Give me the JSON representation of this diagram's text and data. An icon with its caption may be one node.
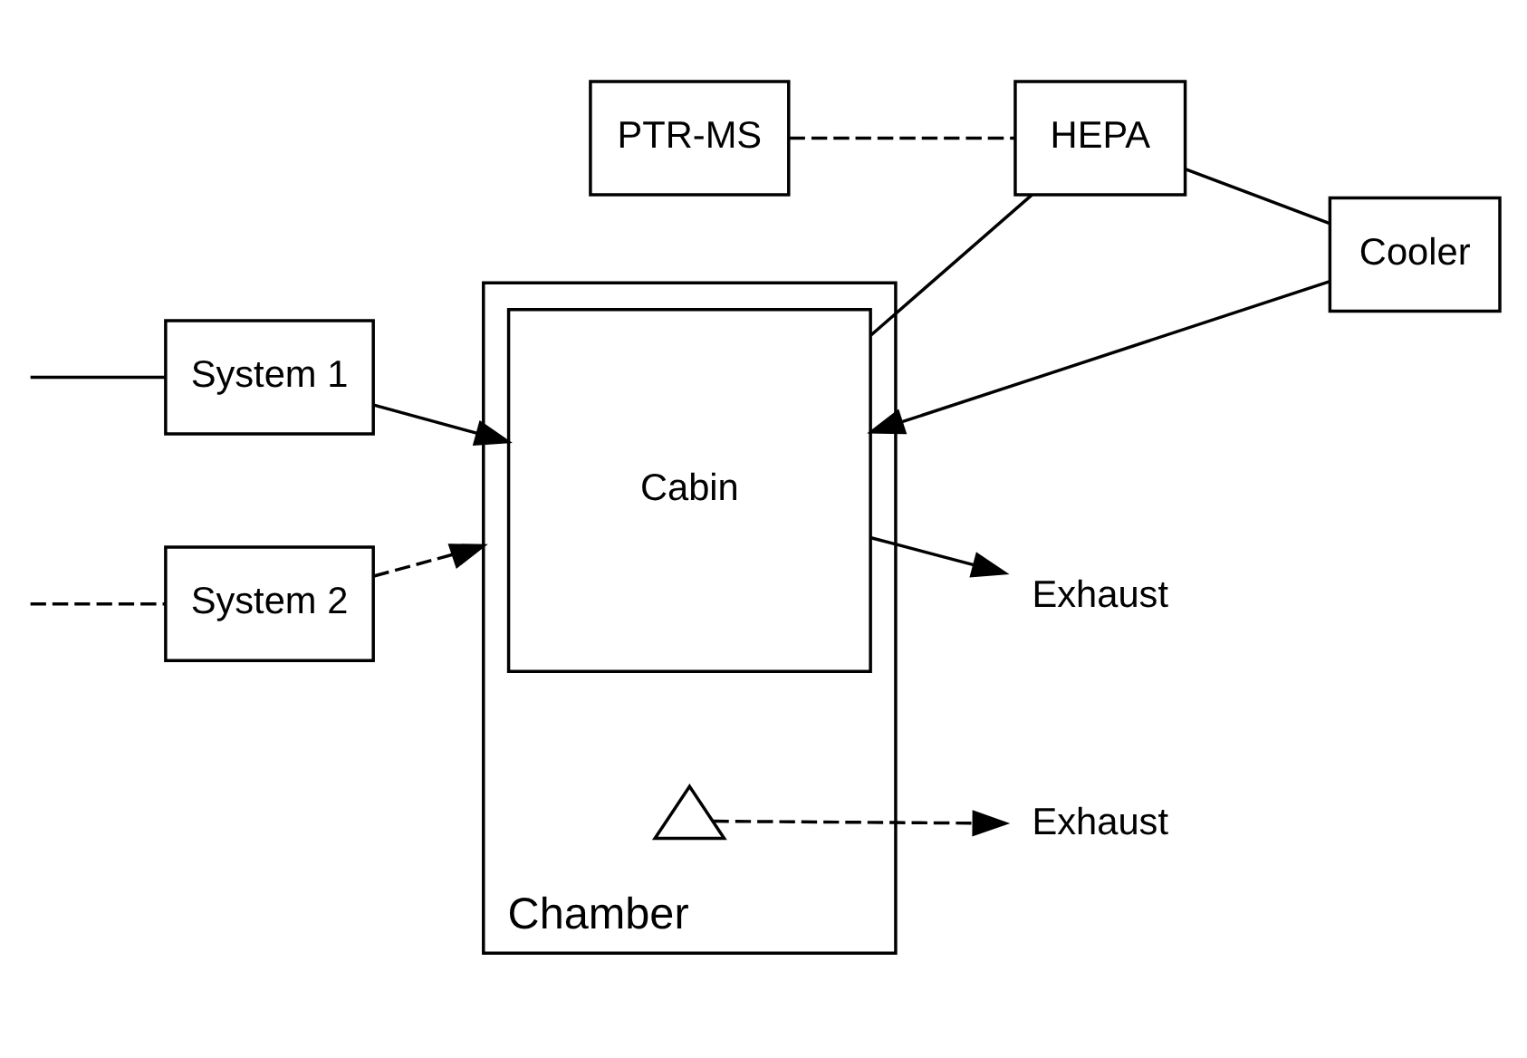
{
  "diagram": {
    "nodes": [
      {
        "text": [
          "PTR-MS"
        ]
      },
      {
        "text": [
          "Cooler"
        ]
      },
      {
        "text": [
          "HEPA"
        ]
      },
      {
        "text": [
          "Exhaust"
        ]
      },
      {
        "text": [
          "System 1"
        ]
      },
      {
        "text": [
          "Chamber"
        ]
      },
      {
        "text": [
          "Cabin"
        ],
        "in": 5
      },
      {
        "text": [
          "System 2"
        ]
      },
      {
        "text": [],
        "shape": "triangle",
        "in": 5
      },
      {
        "text": [
          "Exhaust"
        ]
      }
    ],
    "edges": [
      {
        "from": null,
        "to": 4,
        "arrow": "none"
      },
      {
        "from": 4,
        "to": 6,
        "arrow": "to"
      },
      {
        "from": 6,
        "to": 3,
        "arrow": "to"
      },
      {
        "from": 6,
        "to": 2,
        "arrow": "none"
      },
      {
        "from": 2,
        "to": 1,
        "arrow": "none"
      },
      {
        "from": 1,
        "to": 6,
        "arrow": "to"
      },
      {
        "from": 0,
        "to": 2,
        "arrow": "none",
        "style": "dashed"
      },
      {
        "from": null,
        "to": 7,
        "arrow": "none",
        "style": "dashed"
      },
      {
        "from": 7,
        "to": 5,
        "arrow": "to",
        "style": "dashed"
      },
      {
        "from": 8,
        "to": 9,
        "arrow": "to",
        "style": "dashed"
      }
    ]
  }
}
